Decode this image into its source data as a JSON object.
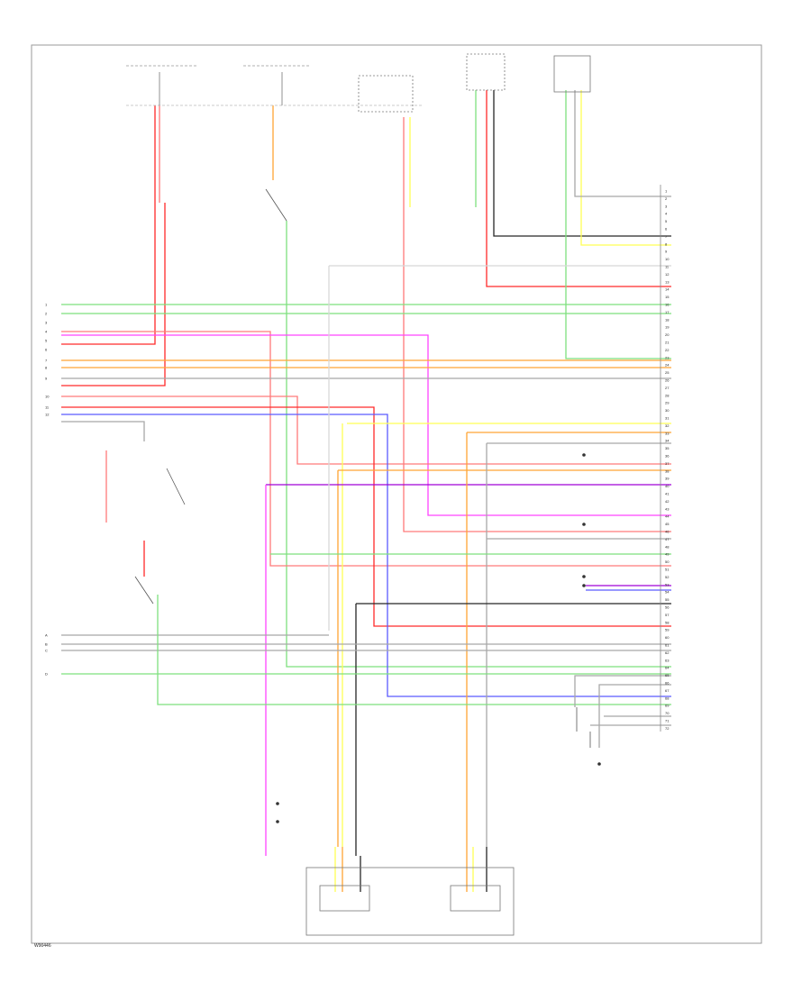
{
  "diagram": {
    "figure_code": "W90446",
    "colors": {
      "red": "#ff2a2a",
      "pink": "#ff7a7a",
      "green": "#7ee07e",
      "yellow": "#ffff55",
      "orange": "#ffa534",
      "magenta": "#ff44ff",
      "violet": "#a000d8",
      "blue": "#5a5aff",
      "black": "#262626",
      "gray": "#a8a8a8",
      "lightgray": "#d8d8d8"
    },
    "left_connector_numbers": [
      "1",
      "2",
      "3",
      "4",
      "5",
      "6",
      "7",
      "8",
      "9",
      "10",
      "11",
      "12"
    ],
    "bottom_left_connector_numbers": [
      "A",
      "B",
      "C",
      "D"
    ],
    "connector_pins": [
      "1",
      "2",
      "3",
      "4",
      "5",
      "6",
      "7",
      "8",
      "9",
      "10",
      "11",
      "12",
      "13",
      "14",
      "15",
      "16",
      "17",
      "18",
      "19",
      "20",
      "21",
      "22",
      "23",
      "24",
      "25",
      "26",
      "27",
      "28",
      "29",
      "30",
      "31",
      "32",
      "33",
      "34",
      "35",
      "36",
      "37",
      "38",
      "39",
      "40",
      "41",
      "42",
      "43",
      "44",
      "45",
      "46",
      "47",
      "48",
      "49",
      "50",
      "51",
      "52",
      "53",
      "54",
      "55",
      "56",
      "57",
      "58",
      "59",
      "60",
      "61",
      "62",
      "63",
      "64",
      "65",
      "66",
      "67",
      "68",
      "69",
      "70",
      "71",
      "72"
    ]
  }
}
